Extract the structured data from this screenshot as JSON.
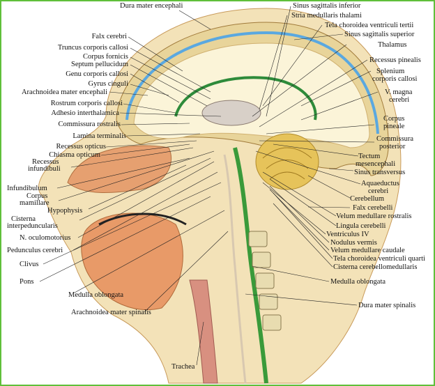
{
  "labels_left": {
    "dura_mater_encephali": "Dura mater encephali",
    "falx_cerebri": "Falx cerebri",
    "truncus_corporis_callosi": "Truncus corporis callosi",
    "corpus_fornicis": "Corpus fornicis",
    "septum_pellucidum": "Septum pellucidum",
    "genu_corporis_callosi": "Genu corporis callosi",
    "gyrus_cinguli": "Gyrus cinguli",
    "arachnoidea_mater_encephali": "Arachnoidea mater encephali",
    "rostrum_corporis_callosi": "Rostrum corporis callosi",
    "adhesio_interthalamica": "Adhesio interthalamica",
    "commissura_rostralis": "Commissura rostralis",
    "lamina_terminalis": "Lamina terminalis",
    "recessus_opticus": "Recessus opticus",
    "chiasma_opticum": "Chiasma opticum",
    "recessus_infundibuli_1": "Recessus",
    "recessus_infundibuli_2": "infundibuli",
    "infundibulum": "Infundibulum",
    "corpus_mamillare_1": "Corpus",
    "corpus_mamillare_2": "mamillare",
    "hypophysis": "Hypophysis",
    "cisterna_interpeduncularis_1": "Cisterna",
    "cisterna_interpeduncularis_2": "interpeduncularis",
    "n_oculomotorius": "N. oculomotorius",
    "pedunculus_cerebri": "Pedunculus cerebri",
    "clivus": "Clivus",
    "pons": "Pons",
    "medulla_oblongata_left": "Medulla oblongata",
    "arachnoidea_mater_spinalis": "Arachnoidea mater spinalis",
    "trachea": "Trachea"
  },
  "labels_right": {
    "sinus_sagittalis_inferior": "Sinus sagittalis inferior",
    "stria_medullaris_thalami": "Stria medullaris thalami",
    "tela_choroidea_ventriculi_tertii": "Tela choroidea ventriculi tertii",
    "sinus_sagittalis_superior": "Sinus sagittalis superior",
    "thalamus": "Thalamus",
    "recessus_pinealis": "Recessus pinealis",
    "splenium_1": "Splenium",
    "splenium_2": "corporis callosi",
    "v_magna_1": "V. magna",
    "v_magna_2": "cerebri",
    "corpus_pineale_1": "Corpus",
    "corpus_pineale_2": "pineale",
    "commissura_posterior_1": "Commissura",
    "commissura_posterior_2": "posterior",
    "tectum_1": "Tectum",
    "tectum_2": "mesencephali",
    "sinus_transversus": "Sinus transversus",
    "aquaeductus_1": "Aquaeductus",
    "aquaeductus_2": "cerebri",
    "cerebellum": "Cerebellum",
    "falx_cerebelli": "Falx cerebelli",
    "velum_medullare_rostralis": "Velum medullare rostralis",
    "lingula_cerebelli": "Lingula cerebelli",
    "ventriculus_iv": "Ventriculus IV",
    "nodulus_vermis": "Nodulus vermis",
    "velum_medullare_caudale": "Velum medullare caudale",
    "tela_choroidea_ventriculi_quarti": "Tela choroidea ventriculi quarti",
    "cisterna_cerebellomedullaris": "Cisterna cerebellomedullaris",
    "medulla_oblongata_right": "Medulla oblongata",
    "dura_mater_spinalis": "Dura mater spinalis"
  }
}
